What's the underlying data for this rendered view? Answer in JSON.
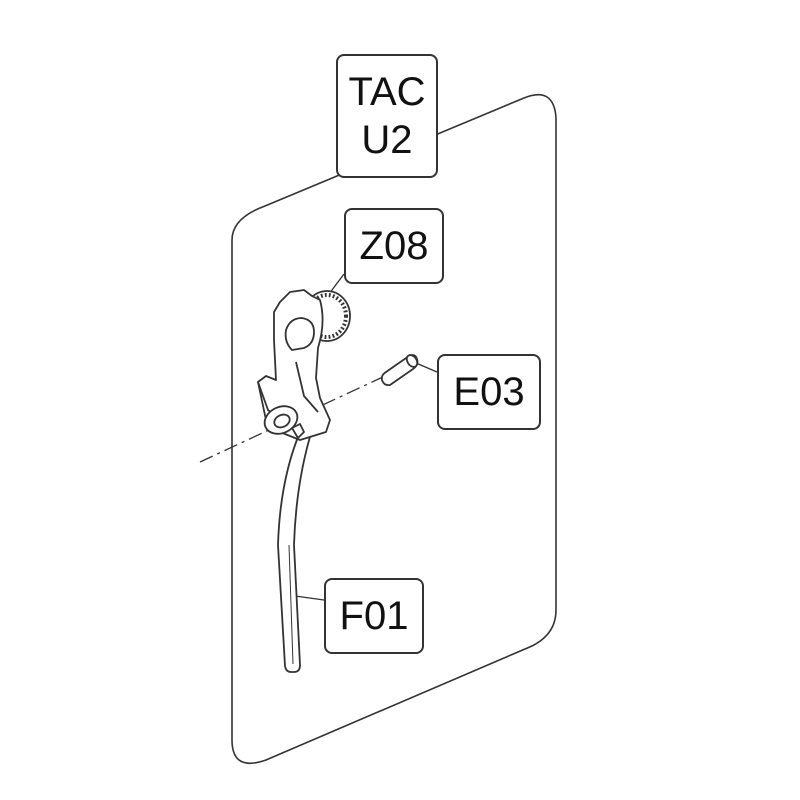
{
  "diagram": {
    "colors": {
      "line": "#333333",
      "background": "#ffffff"
    },
    "group_label": {
      "line1": "TAC",
      "line2": "U2"
    },
    "parts": [
      {
        "code": "Z08",
        "icon": "ratchet-wheel-icon"
      },
      {
        "code": "E03",
        "icon": "pin-icon"
      },
      {
        "code": "F01",
        "icon": "lever-icon"
      }
    ]
  }
}
